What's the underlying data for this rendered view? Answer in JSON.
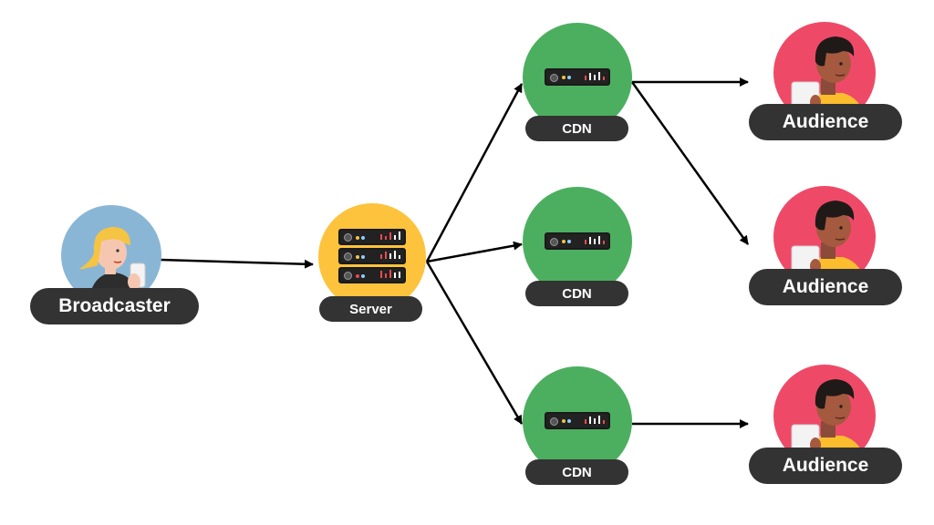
{
  "colors": {
    "broadcaster_bg": "#8ab6d6",
    "server_bg": "#fec33c",
    "cdn_bg": "#4caf60",
    "audience_bg": "#ee4a67",
    "pill_bg": "#333333",
    "arrow": "#000000"
  },
  "nodes": {
    "broadcaster": {
      "label": "Broadcaster",
      "icon": "woman-with-phone-icon"
    },
    "server": {
      "label": "Server",
      "icon": "server-rack-icon"
    },
    "cdn_top": {
      "label": "CDN",
      "icon": "server-rack-icon"
    },
    "cdn_middle": {
      "label": "CDN",
      "icon": "server-rack-icon"
    },
    "cdn_bottom": {
      "label": "CDN",
      "icon": "server-rack-icon"
    },
    "audience_top": {
      "label": "Audience",
      "icon": "man-with-tablet-icon"
    },
    "audience_middle": {
      "label": "Audience",
      "icon": "man-with-tablet-icon"
    },
    "audience_bottom": {
      "label": "Audience",
      "icon": "man-with-tablet-icon"
    }
  },
  "edges": [
    {
      "from": "broadcaster",
      "to": "server"
    },
    {
      "from": "server",
      "to": "cdn_top"
    },
    {
      "from": "server",
      "to": "cdn_middle"
    },
    {
      "from": "server",
      "to": "cdn_bottom"
    },
    {
      "from": "cdn_top",
      "to": "audience_top"
    },
    {
      "from": "cdn_top",
      "to": "audience_middle"
    },
    {
      "from": "cdn_bottom",
      "to": "audience_bottom"
    }
  ]
}
